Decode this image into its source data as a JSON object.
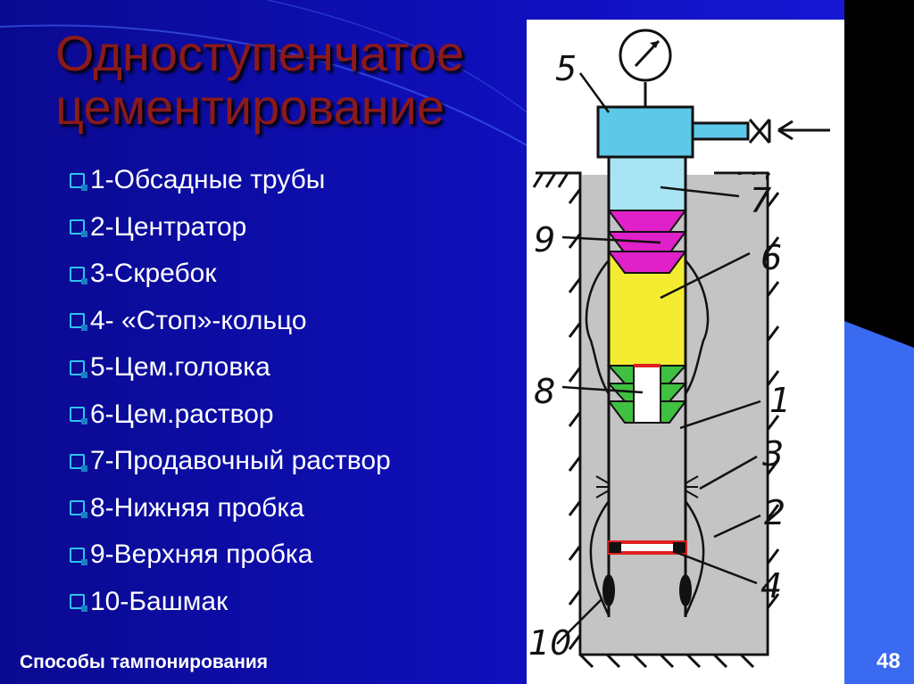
{
  "slide": {
    "title_line1": "Одноступенчатое",
    "title_line2": "цементирование",
    "items": [
      "1-Обсадные трубы",
      "2-Центратор",
      "3-Скребок",
      "4- «Стоп»-кольцо",
      "5-Цем.головка",
      "6-Цем.раствор",
      "7-Продавочный раствор",
      "8-Нижняя пробка",
      "9-Верхняя пробка",
      "10-Башмак"
    ],
    "footer_left": "Способы тампонирования",
    "page_number": "48"
  },
  "diagram": {
    "labels": {
      "n1": "1",
      "n2": "2",
      "n3": "3",
      "n4": "4",
      "n5": "5",
      "n6": "6",
      "n7": "7",
      "n8": "8",
      "n9": "9",
      "n10": "10"
    },
    "colors": {
      "head": "#5ec8e8",
      "displacement_fluid": "#a8e4f4",
      "top_plug": "#e020c8",
      "cement_slurry": "#f4ec30",
      "bottom_plug": "#40c040",
      "well_fluid": "#c4c4c4",
      "stop_ring": "#e02020"
    }
  }
}
